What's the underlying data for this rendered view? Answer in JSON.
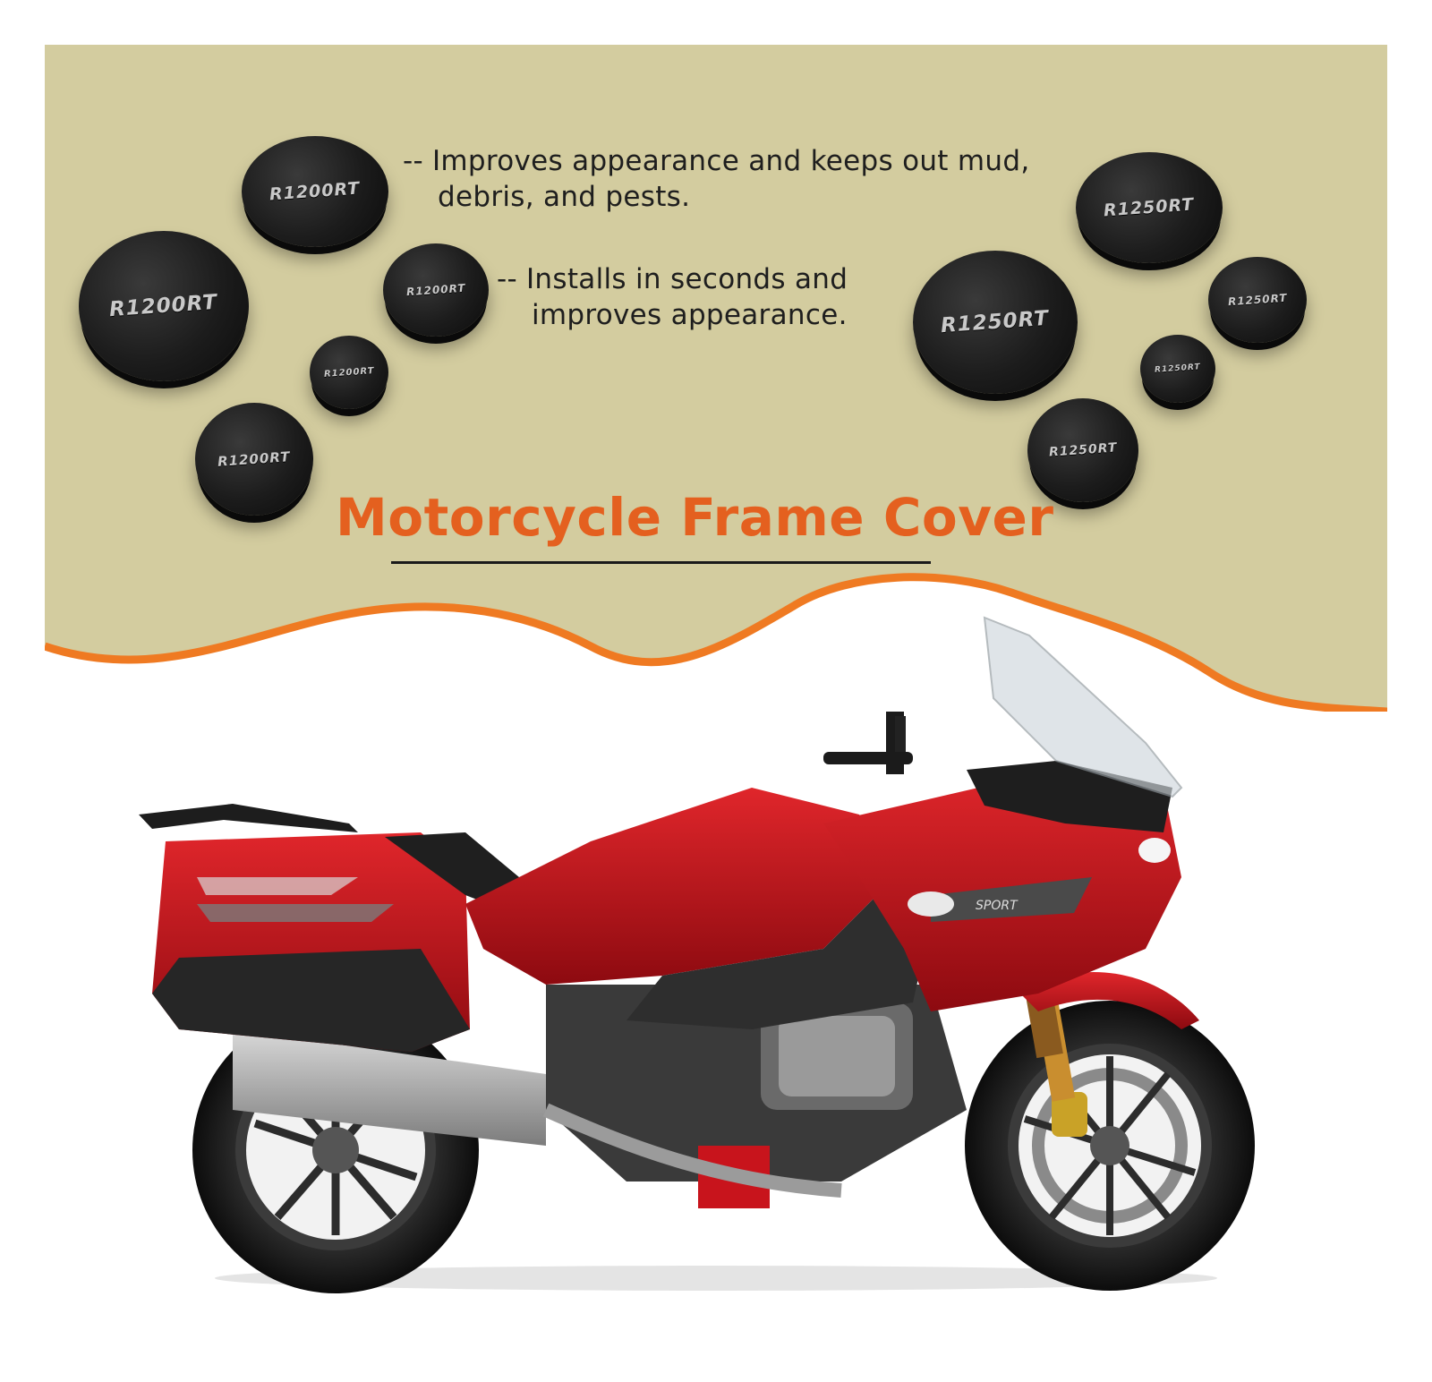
{
  "colors": {
    "banner_bg": "#d3cc9f",
    "wave_orange": "#ef7a22",
    "headline": "#e4601f",
    "cap_black": "#1c1c1c",
    "motorcycle_red": "#c8141c"
  },
  "bullets": [
    {
      "dash": "--",
      "line1": "Improves appearance and keeps out mud,",
      "line2": "debris, and pests."
    },
    {
      "dash": "--",
      "line1": "Installs in seconds and",
      "line2": "improves appearance."
    }
  ],
  "headline": "Motorcycle Frame Cover",
  "caps_left": [
    {
      "label": "R1200RT"
    },
    {
      "label": "R1200RT"
    },
    {
      "label": "R1200RT"
    },
    {
      "label": "R1200RT"
    },
    {
      "label": "R1200RT"
    }
  ],
  "caps_right": [
    {
      "label": "R1250RT"
    },
    {
      "label": "R1250RT"
    },
    {
      "label": "R1250RT"
    },
    {
      "label": "R1250RT"
    },
    {
      "label": "R1250RT"
    }
  ],
  "motorcycle_tank_text": "SPORT"
}
